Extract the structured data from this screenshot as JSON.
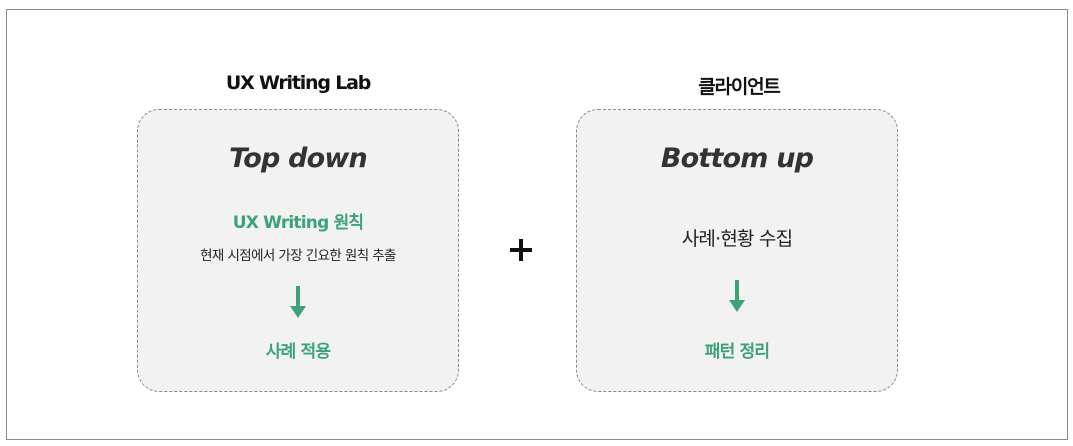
{
  "left": {
    "title": "UX Writing Lab",
    "heading": "Top down",
    "principle": "UX Writing 원칙",
    "description": "현재 시점에서 가장 긴요한 원칙 추출",
    "result": "사례 적용"
  },
  "right": {
    "title": "클라이언트",
    "heading": "Bottom up",
    "step": "사례·현황 수집",
    "result": "패턴 정리"
  },
  "operator": "plus-icon",
  "colors": {
    "accent": "#3ea279",
    "card_bg": "#f2f2f2",
    "border": "#8c8c8c"
  }
}
